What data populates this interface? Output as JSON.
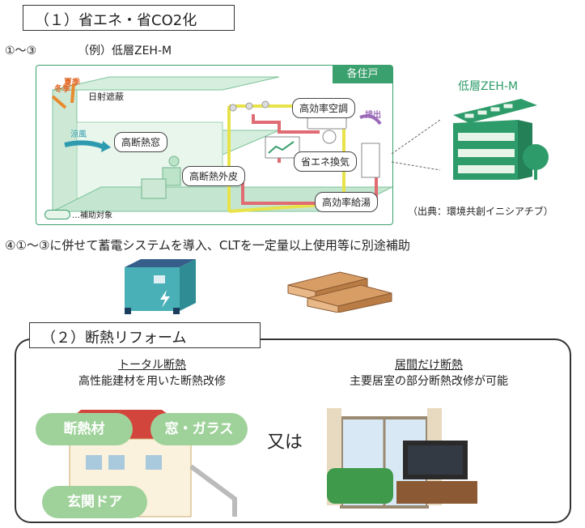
{
  "section1": {
    "heading": "（１）省エネ・省CO2化",
    "range_label": "①～③",
    "example_label": "（例）低層ZEH-M",
    "diagram": {
      "unit_label": "各住戸",
      "summer": "夏季",
      "winter": "冬季",
      "sun_shading": "日射遮蔽",
      "cool_breeze": "涼風",
      "high_insulation_window": "高断熱窓",
      "high_insulation_envelope": "高断熱外皮",
      "high_efficiency_ac": "高効率空調",
      "energy_saving_ventilation": "省エネ換気",
      "high_efficiency_water_heater": "高効率給湯",
      "exhaust": "排出",
      "legend": "…補助対象"
    },
    "building_label": "低層ZEH-M",
    "source": "（出典：環境共創イニシアチブ）",
    "note4": "④①～③に併せて蓄電システムを導入、CLTを一定量以上使用等に別途補助"
  },
  "section2": {
    "heading": "（２）断熱リフォーム",
    "total": {
      "title": "トータル断熱",
      "desc": "高性能建材を用いた断熱改修",
      "pill_insulation": "断熱材",
      "pill_window": "窓・ガラス",
      "pill_door": "玄関ドア"
    },
    "or_text": "又は",
    "room": {
      "title": "居間だけ断熱",
      "desc": "主要居室の部分断熱改修が可能"
    }
  },
  "colors": {
    "diagram_green": "#2e9c6a",
    "light_green_bg": "#e6f4ea",
    "red_pipe": "#e06b73",
    "yellow_line": "#e8e34a",
    "pill_green": "#9fd29a"
  }
}
